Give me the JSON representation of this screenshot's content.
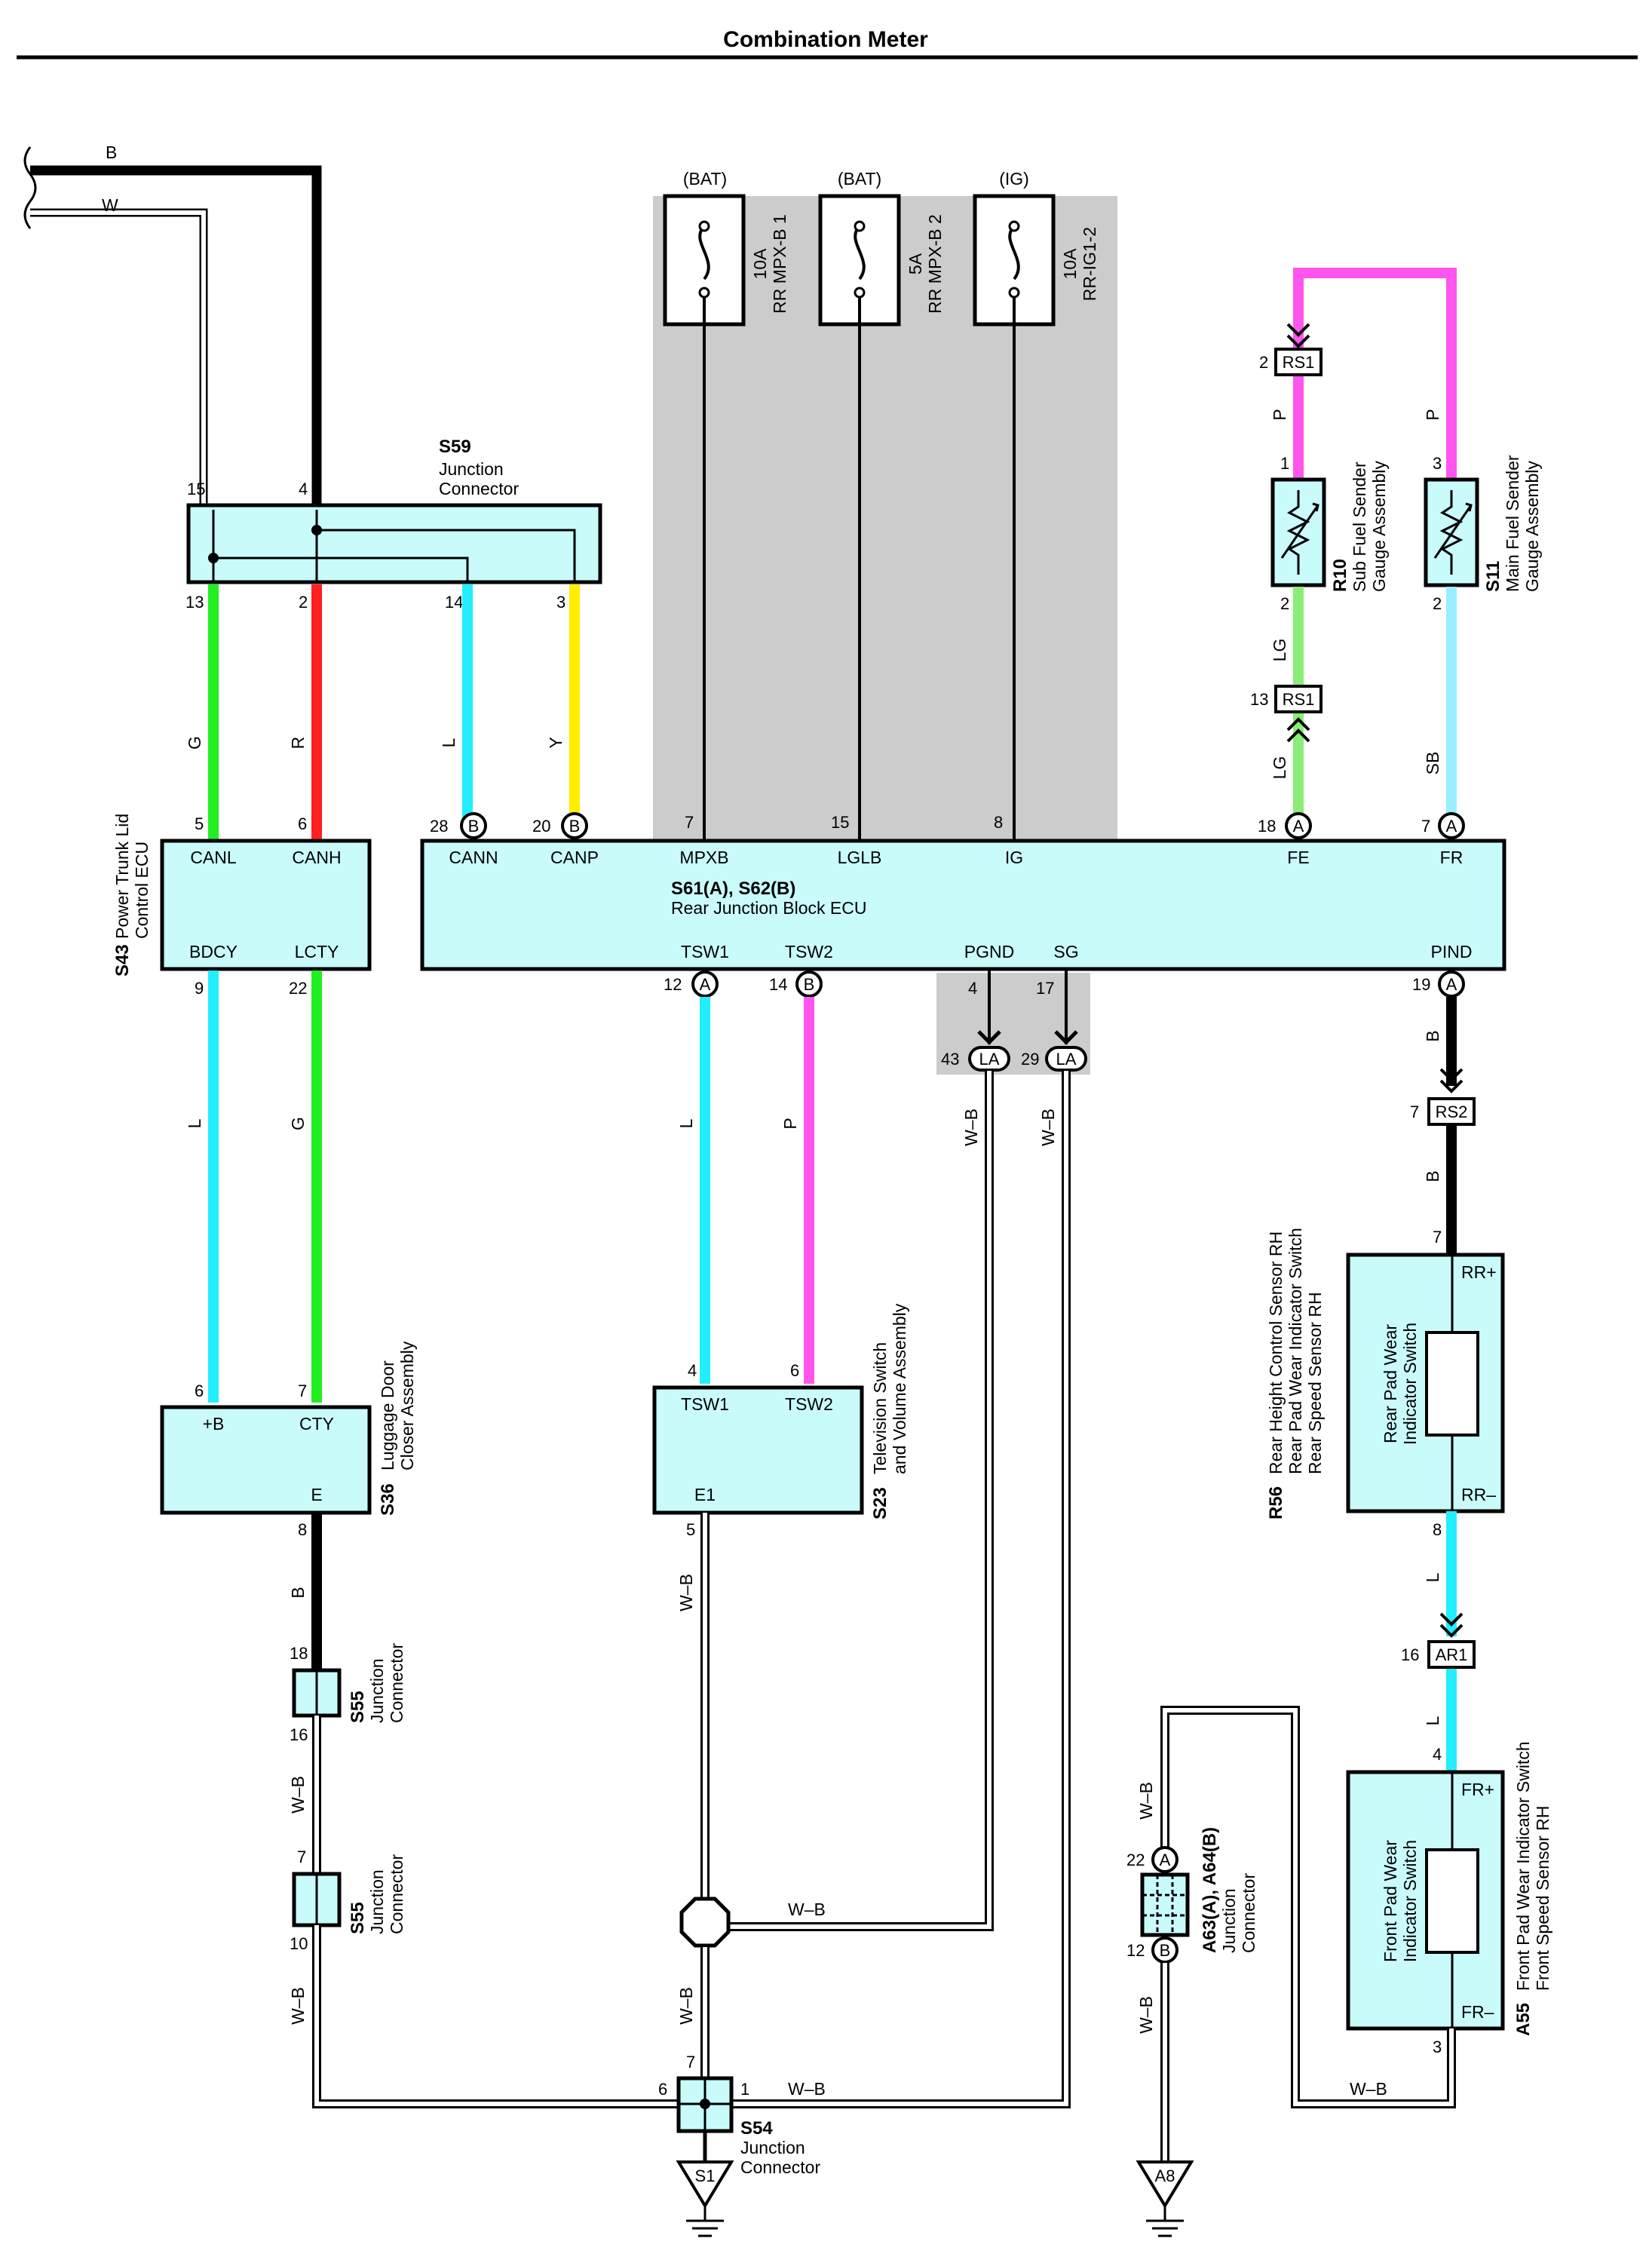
{
  "title": "Combination Meter",
  "wire_colors": {
    "B": "#000000",
    "W": "#ffffff",
    "G": "#22ee22",
    "R": "#ff2020",
    "L": "#22eeff",
    "Y": "#ffee00",
    "P": "#ff55ee",
    "LG": "#88ee77",
    "SB": "#99eeff",
    "W-B": "#ffffff"
  },
  "colors": {
    "component_fill": "#c9fbfb",
    "fuse_shade": "#cccccc"
  },
  "fuses": [
    {
      "source": "(BAT)",
      "rating": "10A",
      "name": "RR MPX-B 1"
    },
    {
      "source": "(BAT)",
      "rating": "5A",
      "name": "RR MPX-B 2"
    },
    {
      "source": "(IG)",
      "rating": "10A",
      "name": "RR-IG1-2"
    }
  ],
  "components": {
    "s59": {
      "id": "S59",
      "name1": "Junction",
      "name2": "Connector",
      "pins_top": [
        "15",
        "4"
      ],
      "pins_bottom": [
        "13",
        "2",
        "14",
        "3"
      ]
    },
    "s43": {
      "id": "S43",
      "name1": "Power Trunk Lid",
      "name2": "Control ECU",
      "pins": {
        "canl": "CANL",
        "canh": "CANH",
        "bdcy": "BDCY",
        "lcty": "LCTY"
      },
      "pin_numbers": {
        "canl": "5",
        "canh": "6",
        "bdcy": "9",
        "lcty": "22"
      }
    },
    "ecu": {
      "id": "S61(A), S62(B)",
      "name": "Rear Junction Block ECU",
      "top_pins": [
        {
          "num": "28",
          "conn": "B",
          "label": "CANN"
        },
        {
          "num": "20",
          "conn": "B",
          "label": "CANP"
        },
        {
          "num": "7",
          "conn": "",
          "label": "MPXB"
        },
        {
          "num": "15",
          "conn": "",
          "label": "LGLB"
        },
        {
          "num": "8",
          "conn": "",
          "label": "IG"
        },
        {
          "num": "18",
          "conn": "A",
          "label": "FE"
        },
        {
          "num": "7",
          "conn": "A",
          "label": "FR"
        }
      ],
      "bottom_pins": [
        {
          "num": "12",
          "conn": "A",
          "label": "TSW1"
        },
        {
          "num": "14",
          "conn": "B",
          "label": "TSW2"
        },
        {
          "num": "4",
          "conn": "",
          "label": "PGND"
        },
        {
          "num": "17",
          "conn": "",
          "label": "SG"
        },
        {
          "num": "19",
          "conn": "A",
          "label": "PIND"
        }
      ]
    },
    "la_connectors": [
      {
        "num": "43",
        "label": "LA"
      },
      {
        "num": "29",
        "label": "LA"
      }
    ],
    "r10": {
      "id": "R10",
      "name1": "Sub Fuel Sender",
      "name2": "Gauge Assembly",
      "pin_top": "1",
      "pin_bottom": "2"
    },
    "s11": {
      "id": "S11",
      "name1": "Main Fuel Sender",
      "name2": "Gauge Assembly",
      "pin_top": "3",
      "pin_bottom": "2"
    },
    "rs1_top": {
      "label": "RS1",
      "pin": "2"
    },
    "rs1_bottom": {
      "label": "RS1",
      "pin": "13"
    },
    "rs2": {
      "label": "RS2",
      "pin": "7"
    },
    "ar1": {
      "label": "AR1",
      "pin": "16"
    },
    "s36": {
      "id": "S36",
      "name1": "Luggage Door",
      "name2": "Closer Assembly",
      "pins": {
        "b": "+B",
        "cty": "CTY",
        "e": "E"
      },
      "pin_numbers": {
        "b": "6",
        "cty": "7",
        "e": "8"
      }
    },
    "s23": {
      "id": "S23",
      "name1": "Television Switch",
      "name2": "and Volume Assembly",
      "pins": {
        "tsw1": "TSW1",
        "tsw2": "TSW2",
        "e1": "E1"
      },
      "pin_numbers": {
        "tsw1": "4",
        "tsw2": "6",
        "e1": "5"
      }
    },
    "r56": {
      "id": "R56",
      "name1": "Rear Height Control Sensor RH",
      "name2": "Rear Pad Wear Indicator Switch",
      "name3": "Rear Speed Sensor RH",
      "inner1": "Rear Pad Wear",
      "inner2": "Indicator Switch",
      "pins": {
        "rrp": "RR+",
        "rrm": "RR–"
      },
      "pin_numbers": {
        "rrp": "7",
        "rrm": "8"
      }
    },
    "a55": {
      "id": "A55",
      "name1": "Front Pad Wear Indicator Switch",
      "name2": "Front Speed Sensor RH",
      "inner1": "Front Pad Wear",
      "inner2": "Indicator Switch",
      "pins": {
        "frp": "FR+",
        "frm": "FR–"
      },
      "pin_numbers": {
        "frp": "4",
        "frm": "3"
      }
    },
    "s55a": {
      "id": "S55",
      "name1": "Junction",
      "name2": "Connector",
      "pin_top": "18",
      "pin_bottom": "16"
    },
    "s55b": {
      "id": "S55",
      "name1": "Junction",
      "name2": "Connector",
      "pin_top": "7",
      "pin_bottom": "10"
    },
    "s54": {
      "id": "S54",
      "name1": "Junction",
      "name2": "Connector",
      "pin_top": "7",
      "pin_left": "6",
      "pin_right": "1"
    },
    "a63": {
      "id": "A63(A), A64(B)",
      "name1": "Junction",
      "name2": "Connector",
      "pin_top": "22",
      "conn_top": "A",
      "pin_bottom": "12",
      "conn_bottom": "B"
    },
    "grounds": [
      {
        "label": "S1"
      },
      {
        "label": "A8"
      }
    ]
  },
  "wire_labels": {
    "top_b": "B",
    "top_w": "W",
    "g1": "G",
    "r1": "R",
    "l1": "L",
    "y1": "Y",
    "p_rs1": "P",
    "p_s11": "P",
    "lg1": "LG",
    "lg2": "LG",
    "sb": "SB",
    "l_bdcy": "L",
    "g_lcty": "G",
    "l_tsw1": "L",
    "p_tsw2": "P",
    "wb_pgnd": "W–B",
    "wb_sg": "W–B",
    "b_pind": "B",
    "b_rs2": "B",
    "l_rr": "L",
    "l_ar1": "L",
    "b_s36": "B",
    "wb_s55": "W–B",
    "wb_s55b": "W–B",
    "wb_e1": "W–B",
    "wb_splice": "W–B",
    "wb_s54v": "W–B",
    "wb_s54h": "W–B",
    "wb_a63top": "W–B",
    "wb_a63bot": "W–B",
    "wb_a55": "W–B"
  }
}
